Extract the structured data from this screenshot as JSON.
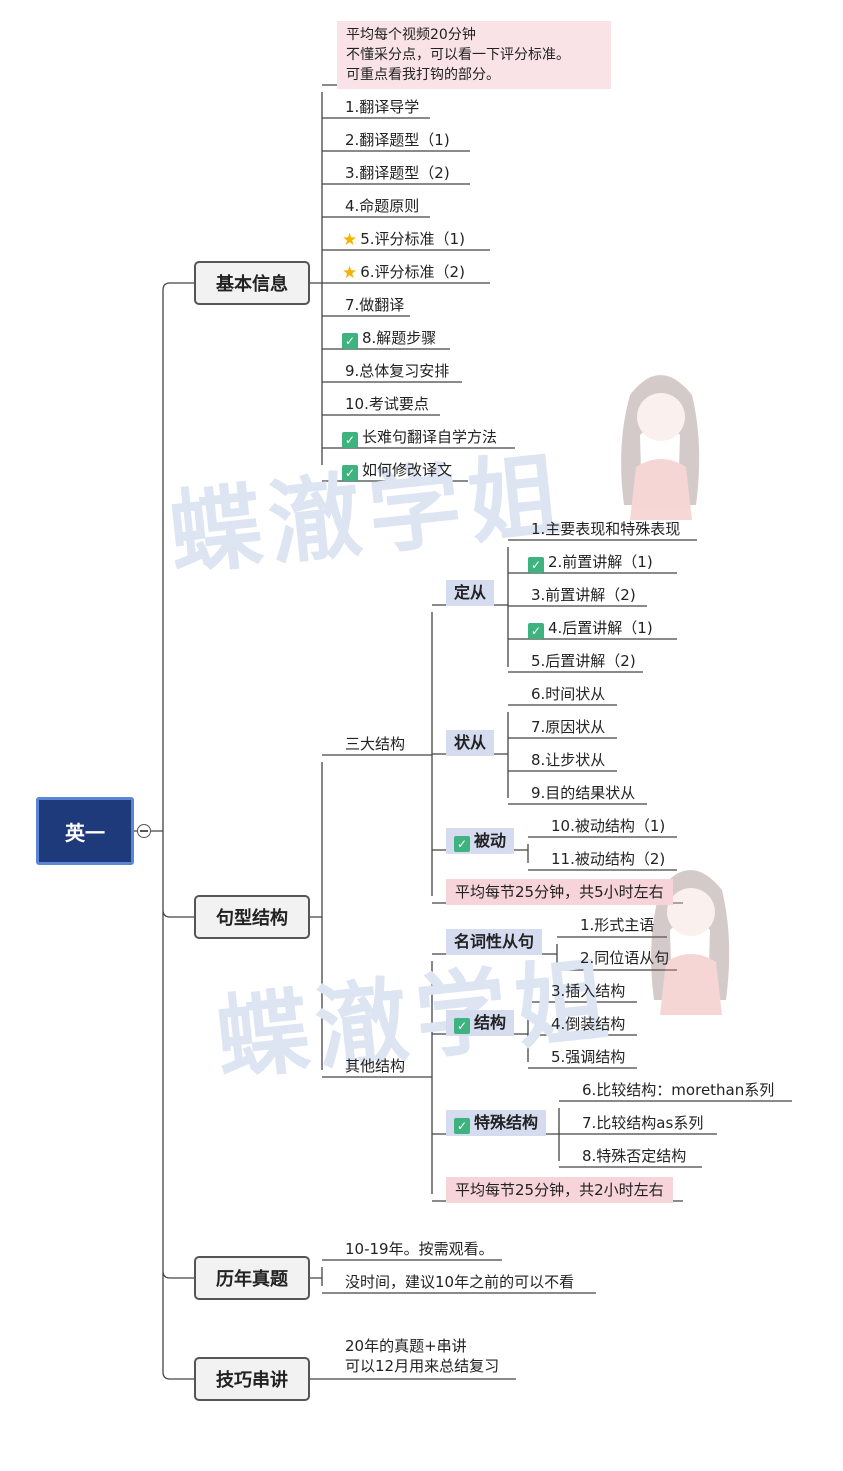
{
  "root": {
    "label": "英一"
  },
  "watermark_text": "蝶澈学姐",
  "basic_info": {
    "label": "基本信息",
    "note_lines": [
      "平均每个视频20分钟",
      "不懂采分点，可以看一下评分标准。",
      "可重点看我打钩的部分。"
    ],
    "items": [
      {
        "label": "1.翻译导学",
        "mark": ""
      },
      {
        "label": "2.翻译题型（1)",
        "mark": ""
      },
      {
        "label": "3.翻译题型（2)",
        "mark": ""
      },
      {
        "label": "4.命题原则",
        "mark": ""
      },
      {
        "label": "5.评分标准（1)",
        "mark": "star"
      },
      {
        "label": "6.评分标准（2)",
        "mark": "star"
      },
      {
        "label": "7.做翻译",
        "mark": ""
      },
      {
        "label": "8.解题步骤",
        "mark": "check"
      },
      {
        "label": "9.总体复习安排",
        "mark": ""
      },
      {
        "label": "10.考试要点",
        "mark": ""
      },
      {
        "label": "长难句翻译自学方法",
        "mark": "check"
      },
      {
        "label": "如何修改译文",
        "mark": "check"
      }
    ]
  },
  "sentence": {
    "label": "句型结构",
    "three": {
      "label": "三大结构",
      "dingcong": {
        "label": "定从",
        "items": [
          {
            "label": "1.主要表现和特殊表现",
            "mark": ""
          },
          {
            "label": "2.前置讲解（1)",
            "mark": "check"
          },
          {
            "label": "3.前置讲解（2)",
            "mark": ""
          },
          {
            "label": "4.后置讲解（1)",
            "mark": "check"
          },
          {
            "label": "5.后置讲解（2)",
            "mark": ""
          }
        ]
      },
      "zhuangcong": {
        "label": "状从",
        "items": [
          "6.时间状从",
          "7.原因状从",
          "8.让步状从",
          "9.目的结果状从"
        ]
      },
      "beidong": {
        "label": "被动",
        "items": [
          "10.被动结构（1)",
          "11.被动结构（2)"
        ]
      },
      "summary": "平均每节25分钟，共5小时左右"
    },
    "other": {
      "label": "其他结构",
      "mingci": {
        "label": "名词性从句",
        "items": [
          "1.形式主语",
          "2.同位语从句"
        ]
      },
      "jiegou": {
        "label": "结构",
        "items": [
          "3.插入结构",
          "4.倒装结构",
          "5.强调结构"
        ]
      },
      "teshu": {
        "label": "特殊结构",
        "items": [
          "6.比较结构：morethan系列",
          "7.比较结构as系列",
          "8.特殊否定结构"
        ]
      },
      "summary": "平均每节25分钟，共2小时左右"
    }
  },
  "past_exams": {
    "label": "历年真题",
    "items": [
      "10-19年。按需观看。",
      "没时间，建议10年之前的可以不看"
    ]
  },
  "skills": {
    "label": "技巧串讲",
    "note_lines": [
      "20年的真题+串讲",
      "可以12月用来总结复习"
    ]
  }
}
